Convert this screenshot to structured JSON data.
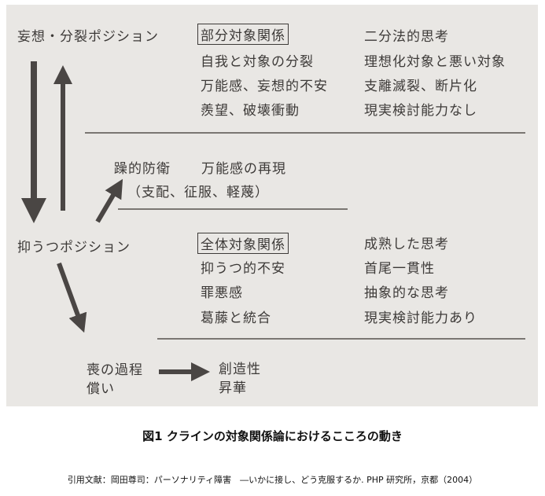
{
  "diagram": {
    "paranoid_schizoid": {
      "title": "妄想・分裂ポジション",
      "relation": "部分対象関係",
      "traits": [
        "自我と対象の分裂",
        "万能感、妄想的不安",
        "羨望、破壊衝動"
      ],
      "thinking": [
        "二分法的思考",
        "理想化対象と悪い対象",
        "支離滅裂、断片化",
        "現実検討能力なし"
      ]
    },
    "manic_defense": {
      "title": "躁的防衛",
      "detail": "万能感の再現",
      "sub": "（支配、征服、軽蔑）"
    },
    "depressive": {
      "title": "抑うつポジション",
      "relation": "全体対象関係",
      "traits": [
        "抑うつ的不安",
        "罪悪感",
        "葛藤と統合"
      ],
      "thinking": [
        "成熟した思考",
        "首尾一貫性",
        "抽象的な思考",
        "現実検討能力あり"
      ]
    },
    "mourning": {
      "lines": [
        "喪の過程",
        "償い"
      ],
      "results": [
        "創造性",
        "昇華"
      ]
    }
  },
  "caption": "図1 クラインの対象関係論におけるこころの動き",
  "source": "引用文献：岡田尊司：パーソナリティ障害　―いかに接し、どう克服するか. PHP 研究所，京都（2004）",
  "colors": {
    "ink": "#3d3a38",
    "paper": "#e9e7e4",
    "arrow": "#4a4644"
  }
}
